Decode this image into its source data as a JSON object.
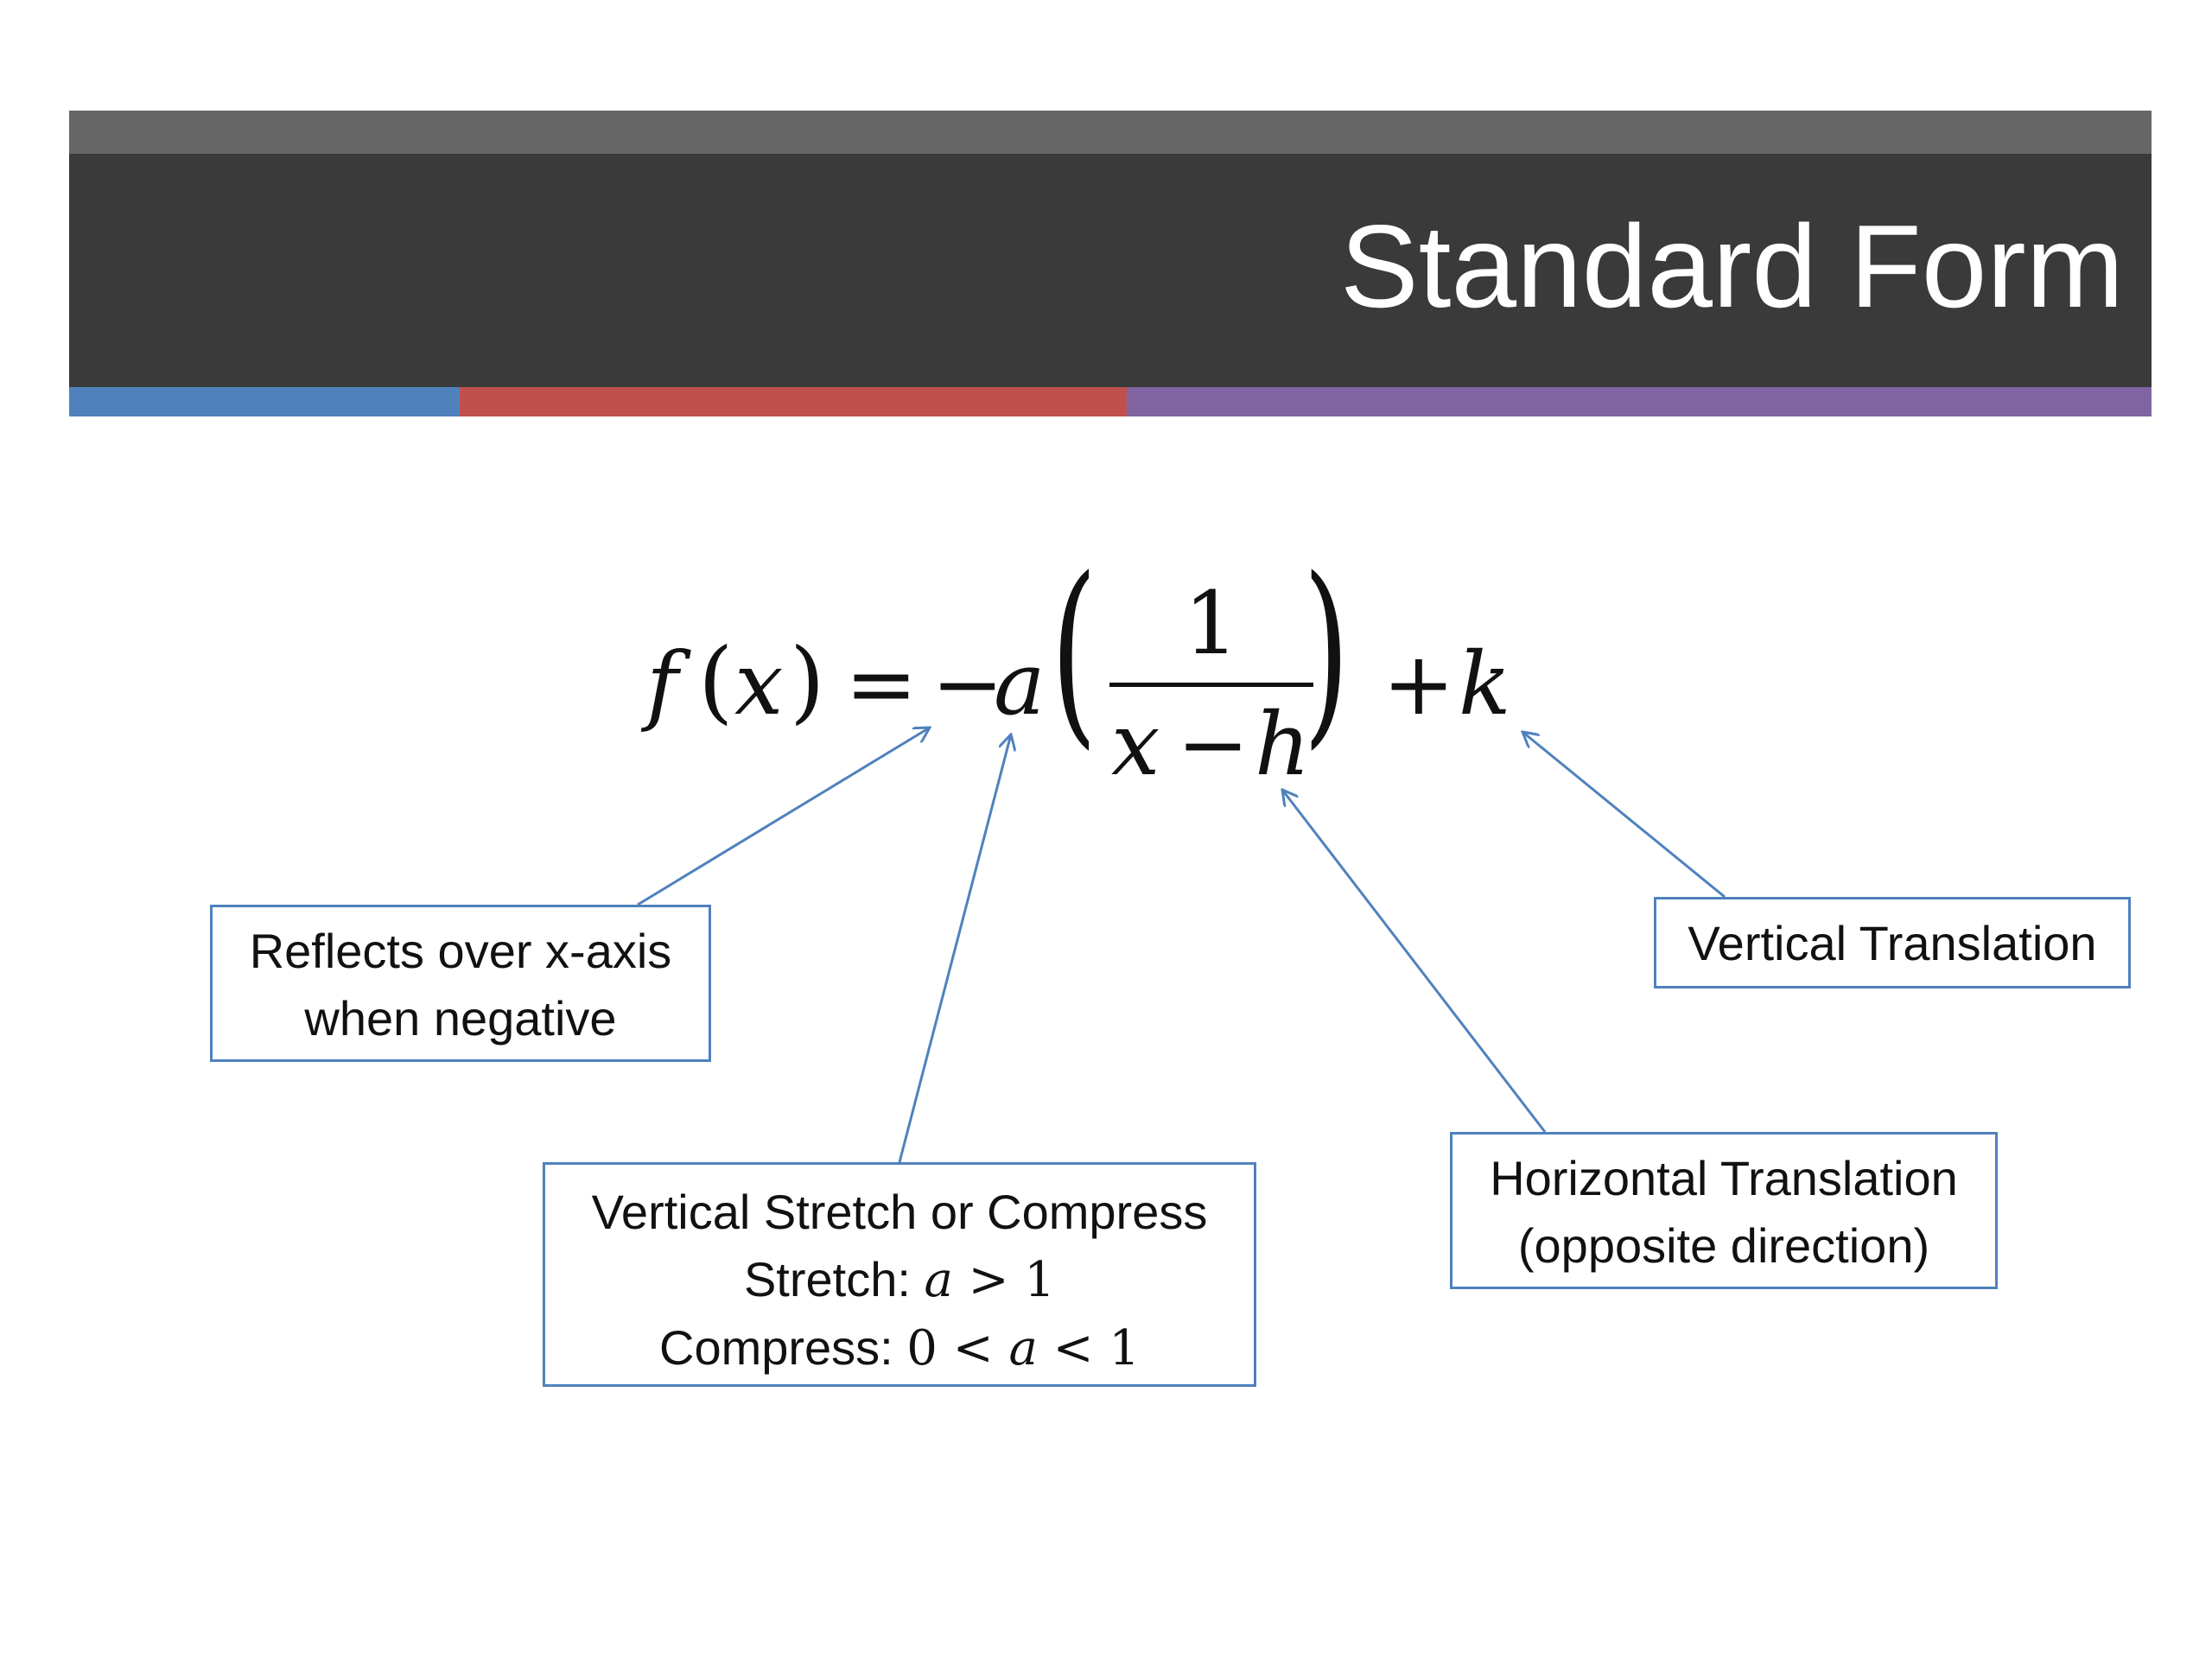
{
  "slide": {
    "title": "Standard Form",
    "accent_colors": [
      "#4f81bd",
      "#c0504d",
      "#8064a2"
    ]
  },
  "formula": {
    "fx": "f",
    "x_arg": "x",
    "paren_open": "(",
    "paren_close": ")",
    "equals": "=",
    "minus": "−",
    "a": "a",
    "numerator": "1",
    "den_x": "x",
    "den_minus": "−",
    "den_h": "h",
    "plus": "+",
    "k": "k"
  },
  "callouts": {
    "reflect": {
      "line1": "Reflects over x-axis",
      "line2": "when negative"
    },
    "stretch": {
      "line1": "Vertical Stretch or Compress",
      "stretch_label": "Stretch: ",
      "stretch_a": "a",
      "stretch_rel": " > 1",
      "compress_label": "Compress: ",
      "compress_lo": "0 < ",
      "compress_a": "a",
      "compress_hi": " < 1"
    },
    "horizontal": {
      "line1": "Horizontal Translation",
      "line2": "(opposite direction)"
    },
    "vertical": {
      "line1": "Vertical Translation"
    }
  },
  "colors": {
    "connector": "#4f81bd",
    "title_band": "#3a3a3a",
    "top_strip": "#666666"
  }
}
